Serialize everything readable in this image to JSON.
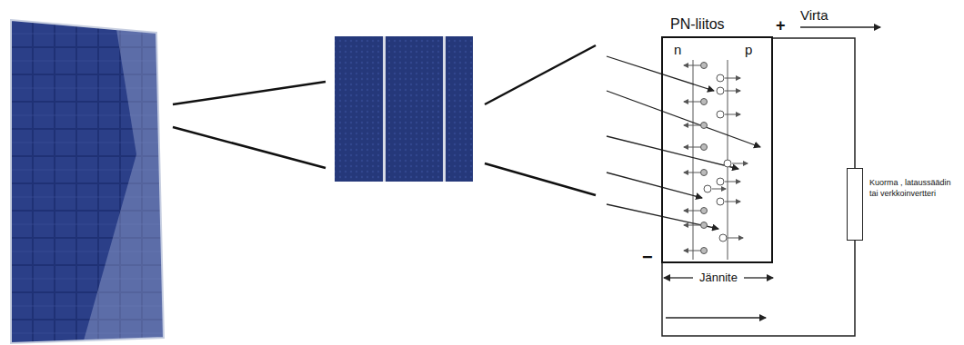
{
  "diagram": {
    "nodes": [
      {
        "text": [
          "PN-liitos",
          "n",
          "p"
        ]
      },
      {
        "text": [
          "Kuorma , lataussäädin tai verkkoinvertteri"
        ]
      }
    ],
    "edges": [
      {
        "from": 0,
        "to": 1,
        "arrow": "none"
      },
      {
        "from": 1,
        "to": 0,
        "arrow": "none"
      }
    ],
    "labels": [
      "Virta",
      "+",
      "−",
      "Jännite"
    ]
  }
}
